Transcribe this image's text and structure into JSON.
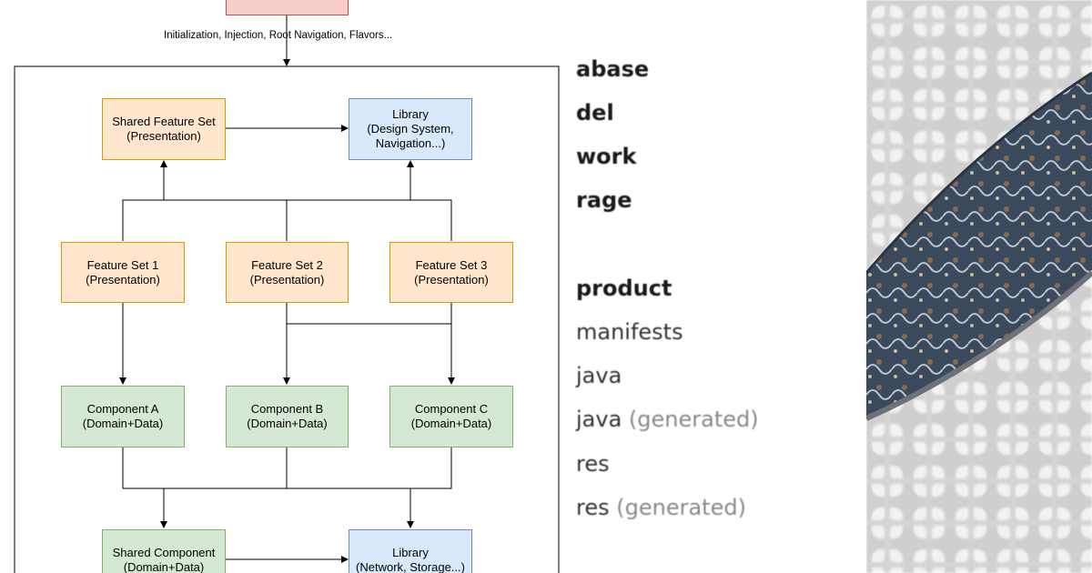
{
  "diagram": {
    "top_edge_label": "Initialization, Injection, Root Navigation, Flavors...",
    "nodes": {
      "shared_feature_set": "Shared Feature Set\n(Presentation)",
      "library_top": "Library\n(Design System,\nNavigation...)",
      "feature_set_1": "Feature Set 1\n(Presentation)",
      "feature_set_2": "Feature Set 2\n(Presentation)",
      "feature_set_3": "Feature Set 3\n(Presentation)",
      "component_a": "Component A\n(Domain+Data)",
      "component_b": "Component B\n(Domain+Data)",
      "component_c": "Component C\n(Domain+Data)",
      "shared_component": "Shared Component\n(Domain+Data)",
      "library_bottom": "Library\n(Network, Storage...)"
    },
    "colors": {
      "presentation_fill": "#ffe6cc",
      "presentation_border": "#d79b00",
      "library_fill": "#dae8fc",
      "library_border": "#6c8ebf",
      "component_fill": "#d5e8d4",
      "component_border": "#82b366",
      "app_fill": "#f8cecc",
      "app_border": "#b85450"
    }
  },
  "file_list": [
    {
      "text": "abase",
      "suffix": "",
      "bold": true
    },
    {
      "text": "del",
      "suffix": "",
      "bold": true
    },
    {
      "text": "work",
      "suffix": "",
      "bold": true
    },
    {
      "text": "rage",
      "suffix": "",
      "bold": true
    },
    {
      "text": "product",
      "suffix": "",
      "bold": true
    },
    {
      "text": "manifests",
      "suffix": "",
      "bold": false
    },
    {
      "text": "java",
      "suffix": "",
      "bold": false
    },
    {
      "text": "java",
      "suffix": " (generated)",
      "bold": false
    },
    {
      "text": "res",
      "suffix": "",
      "bold": false
    },
    {
      "text": "res",
      "suffix": " (generated)",
      "bold": false
    }
  ]
}
